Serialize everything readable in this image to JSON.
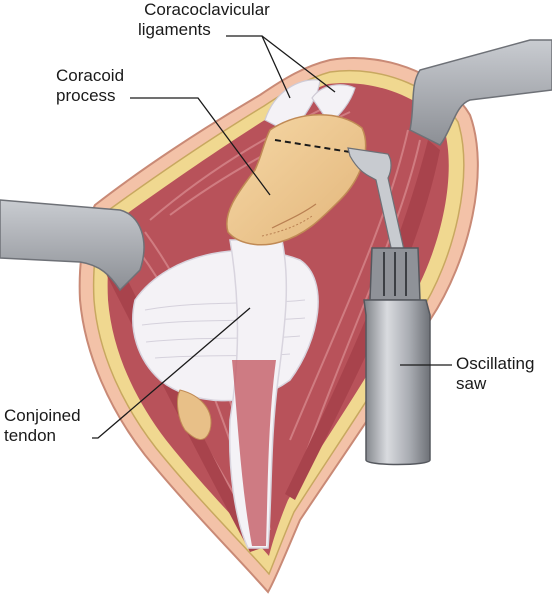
{
  "labels": {
    "coracoclavicular": {
      "line1": "Coracoclavicular",
      "line2": "ligaments"
    },
    "coracoid": {
      "line1": "Coracoid",
      "line2": "process"
    },
    "conjoined": {
      "line1": "Conjoined",
      "line2": "tendon"
    },
    "saw": {
      "line1": "Oscillating",
      "line2": "saw"
    }
  },
  "colors": {
    "skin": "#f3c2a8",
    "fat": "#f0d890",
    "muscle": "#b8525a",
    "muscle_light": "#d98a8e",
    "bone": "#f0c890",
    "tendon": "#f4f2f6",
    "retractor": "#a9acb2",
    "saw": "#9a9da3"
  }
}
